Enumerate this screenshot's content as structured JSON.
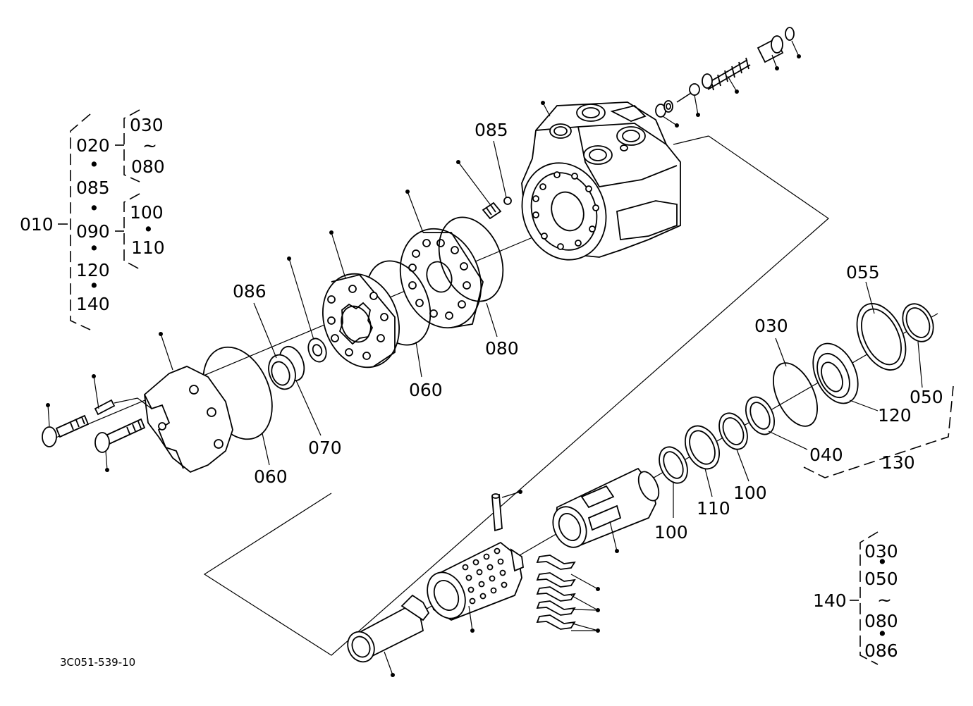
{
  "drawing_code": "3C051-539-10",
  "callouts": [
    {
      "id": "c085",
      "text": "085"
    },
    {
      "id": "c086",
      "text": "086"
    },
    {
      "id": "c080",
      "text": "080"
    },
    {
      "id": "c060a",
      "text": "060"
    },
    {
      "id": "c070",
      "text": "070"
    },
    {
      "id": "c060b",
      "text": "060"
    },
    {
      "id": "c055",
      "text": "055"
    },
    {
      "id": "c030",
      "text": "030"
    },
    {
      "id": "c050",
      "text": "050"
    },
    {
      "id": "c120",
      "text": "120"
    },
    {
      "id": "c040",
      "text": "040"
    },
    {
      "id": "c130",
      "text": "130"
    },
    {
      "id": "c100a",
      "text": "100"
    },
    {
      "id": "c110",
      "text": "110"
    },
    {
      "id": "c100b",
      "text": "100"
    }
  ],
  "group_010": {
    "root": "010",
    "items": [
      "020",
      "085",
      "090",
      "120",
      "140"
    ],
    "sub_020": {
      "from": "030",
      "to": "080"
    },
    "sub_090": {
      "from": "100",
      "to": "110"
    }
  },
  "group_140": {
    "root": "140",
    "items": [
      "030",
      "050",
      "080",
      "086"
    ]
  },
  "symbols": {
    "range": "~",
    "and": "•"
  }
}
